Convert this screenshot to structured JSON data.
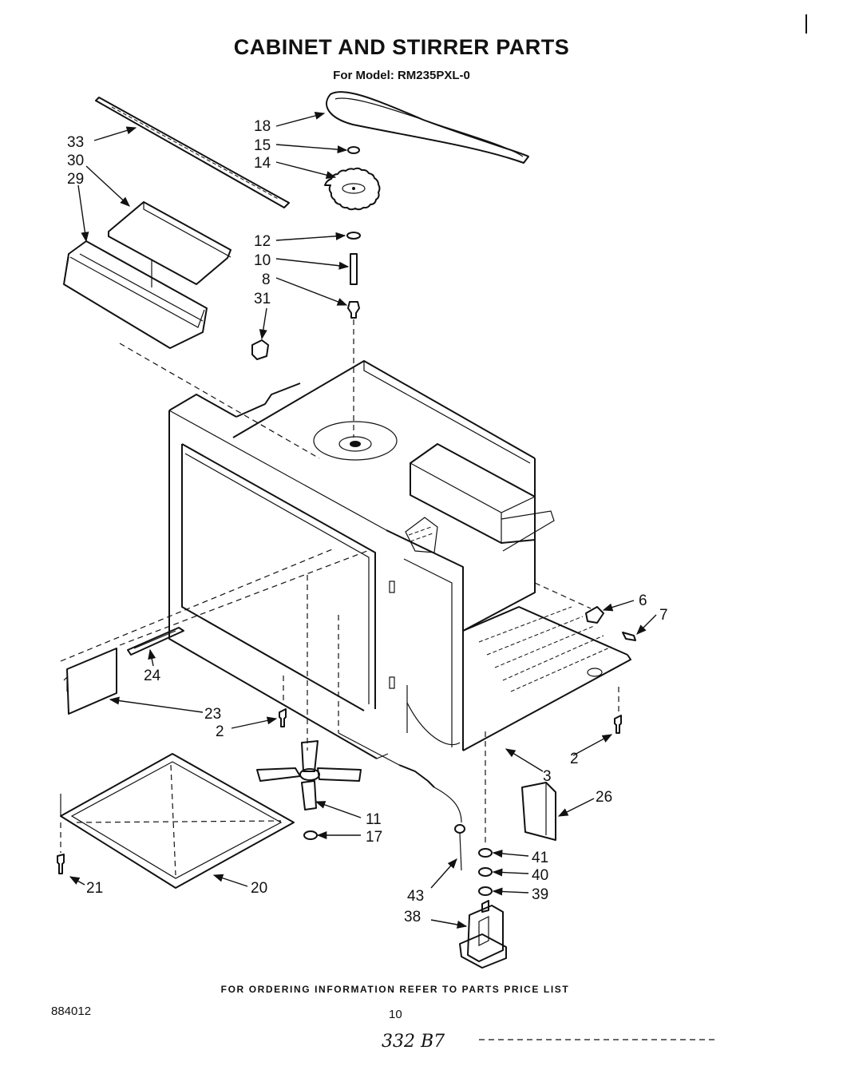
{
  "title": "CABINET AND STIRRER PARTS",
  "subtitle": "For Model: RM235PXL-0",
  "footer": "FOR ORDERING INFORMATION REFER TO PARTS PRICE LIST",
  "doc_number": "884012",
  "page_number": "10",
  "handwritten_note": "332 B7",
  "callouts": {
    "p33": "33",
    "p30": "30",
    "p29": "29",
    "p18": "18",
    "p15": "15",
    "p14": "14",
    "p12": "12",
    "p10": "10",
    "p8": "8",
    "p31": "31",
    "p6": "6",
    "p7": "7",
    "p24": "24",
    "p23": "23",
    "p2a": "2",
    "p2b": "2",
    "p3": "3",
    "p26": "26",
    "p11": "11",
    "p17": "17",
    "p21": "21",
    "p20": "20",
    "p43": "43",
    "p41": "41",
    "p40": "40",
    "p39": "39",
    "p38": "38"
  }
}
